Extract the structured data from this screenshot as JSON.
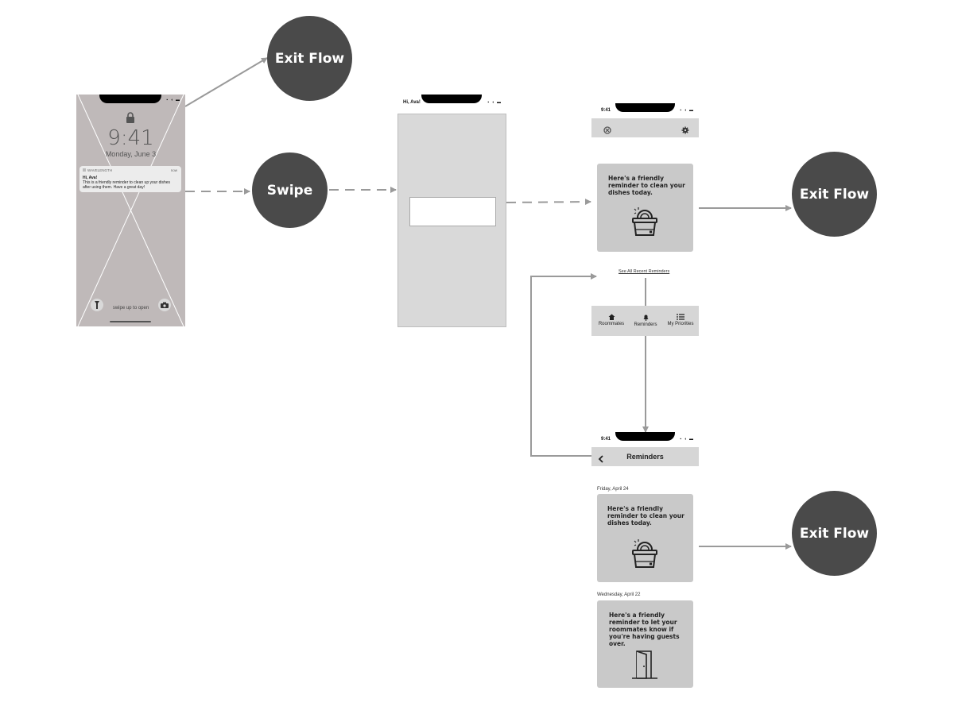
{
  "exit_flow_label": "Exit Flow",
  "swipe_label": "Swipe",
  "lock_screen": {
    "time": "9:41",
    "date": "Monday, June 3",
    "notification": {
      "app_name": "WAVELENGTH",
      "when": "now",
      "title": "Hi, Ava!",
      "body": "This is a friendly reminder to clean up your dishes after using them. Have a great day!"
    },
    "swipe_hint": "swipe up to open",
    "flashlight_icon": "flashlight-icon",
    "camera_icon": "camera-icon",
    "lock_icon": "lock-icon"
  },
  "loading_screen": {
    "greeting": "Hi, Ava!"
  },
  "home_screen": {
    "status_time": "9:41",
    "reminder_text": "Here's a friendly reminder to clean your dishes today.",
    "see_all_link": "See All Recent Reminders",
    "tabs": [
      {
        "label": "Roommates",
        "icon": "home-icon"
      },
      {
        "label": "Reminders",
        "icon": "bell-icon"
      },
      {
        "label": "My Priorities",
        "icon": "list-icon"
      }
    ]
  },
  "reminders_screen": {
    "status_time": "9:41",
    "title": "Reminders",
    "entries": [
      {
        "date": "Friday, April 24",
        "text": "Here's a friendly reminder to clean your dishes today.",
        "icon": "dish-basin-icon"
      },
      {
        "date": "Wednesday, April 22",
        "text": "Here's a friendly reminder to let your roommates know if you're having guests over.",
        "icon": "door-icon"
      }
    ]
  },
  "colors": {
    "circle": "#4a4a4a",
    "arrow": "#9a9a9a",
    "card": "#c9c9c9",
    "lock_screen_bg": "#bfb9b9"
  }
}
